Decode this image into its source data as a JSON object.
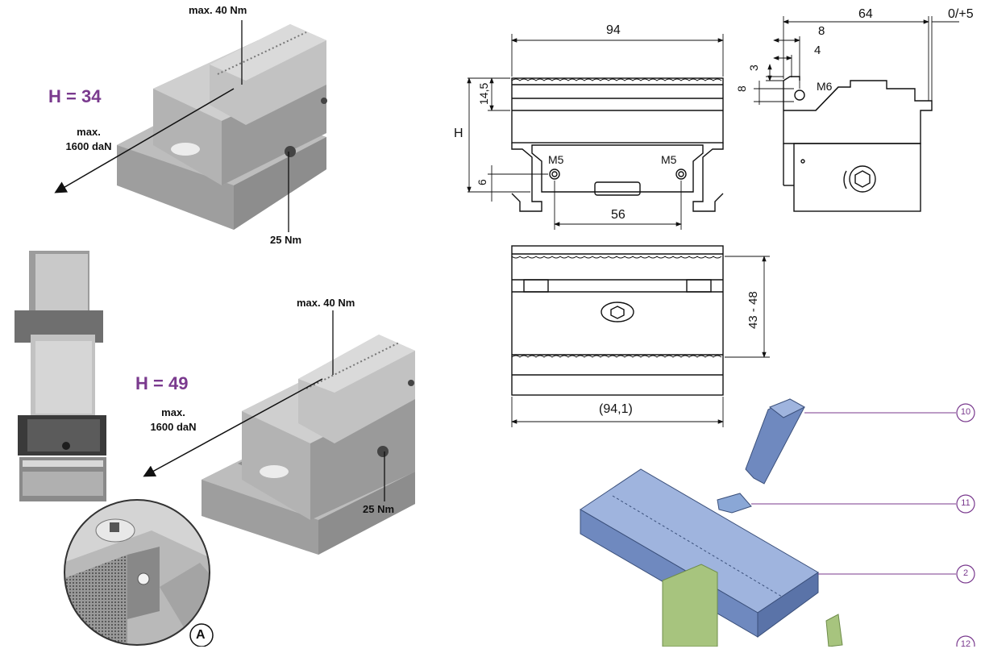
{
  "left": {
    "torque_top_1": "max. 40 Nm",
    "height_1": "H = 34",
    "force_1_line1": "max.",
    "force_1_line2": "1600 daN",
    "torque_screw_1": "25 Nm",
    "torque_top_2": "max. 40 Nm",
    "height_2": "H = 49",
    "force_2_line1": "max.",
    "force_2_line2": "1600 daN",
    "torque_screw_2": "25 Nm",
    "detail_label": "A"
  },
  "drawing": {
    "front": {
      "width": "94",
      "height_top": "14,5",
      "height_var": "H",
      "hole_left": "M5",
      "hole_right": "M5",
      "hole_height": "6",
      "hole_spacing": "56"
    },
    "side": {
      "total": "64",
      "adjust": "0/+5",
      "dim8h": "8",
      "dim4": "4",
      "dim3": "3",
      "dim8v": "8",
      "thread": "M6"
    },
    "top": {
      "range": "43 - 48",
      "width": "(94,1)"
    }
  },
  "parts": {
    "p10": "10",
    "p11": "11",
    "p2": "2",
    "p12": "12"
  },
  "colors": {
    "accent_purple": "#7a3a8e",
    "metal": "#b9b9b9",
    "blue_part": "#8aa7d6",
    "green_part": "#a7c47e"
  }
}
